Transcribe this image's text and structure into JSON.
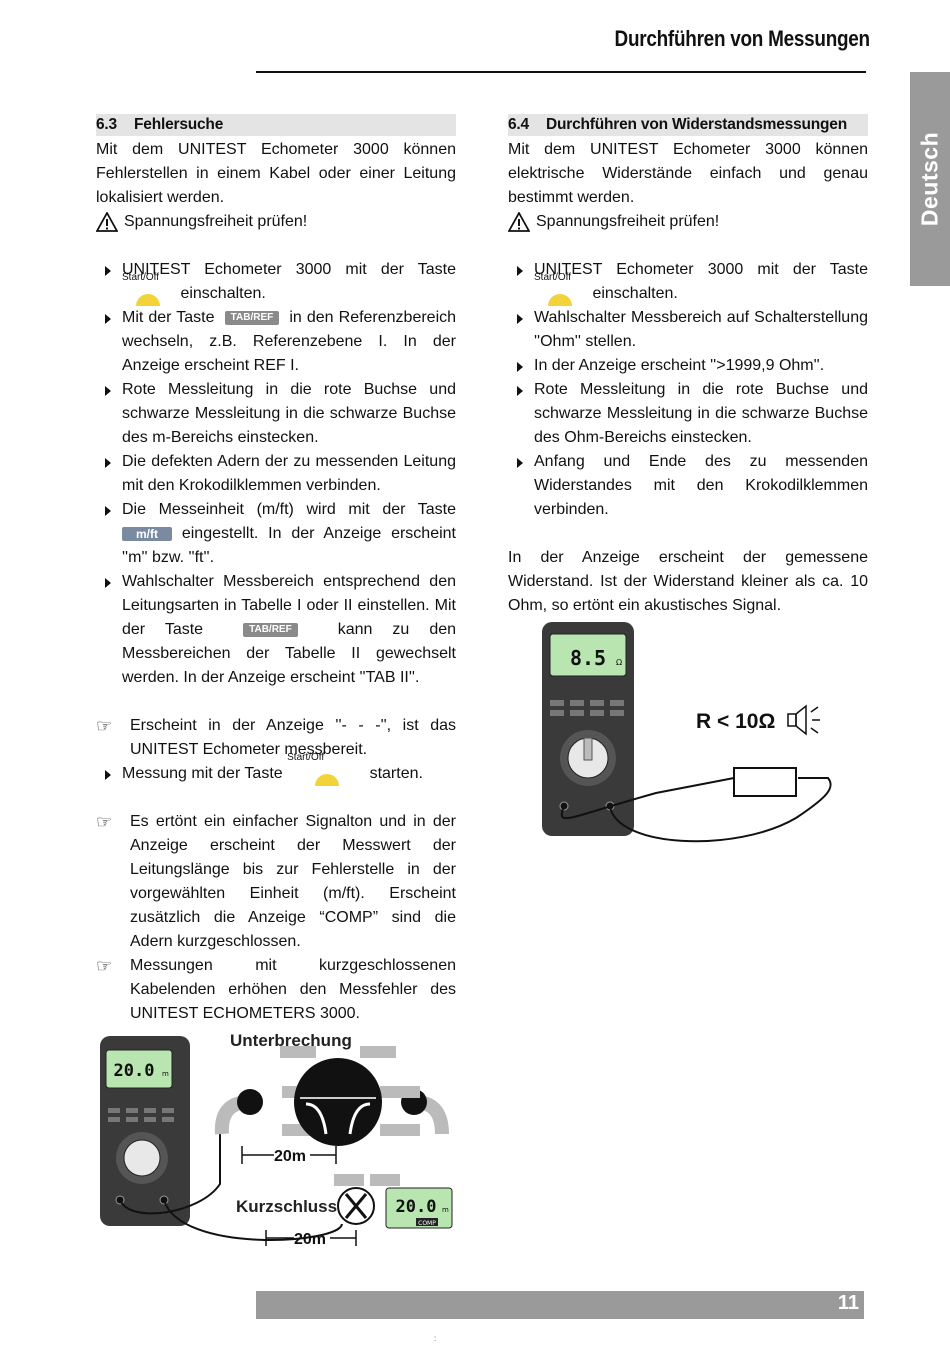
{
  "header": {
    "title": "Durchführen von Messungen",
    "side_tab": "Deutsch"
  },
  "left": {
    "section_number": "6.3",
    "section_title": "Fehlersuche",
    "intro": "Mit dem UNITEST Echometer 3000 können Fehlerstellen in einem Kabel oder einer Leitung lokalisiert werden.",
    "warning": "Spannungsfreiheit prüfen!",
    "b1_pre": "UNITEST Echometer 3000 mit der Taste",
    "b1_post": "einschalten.",
    "b2_pre": "Mit der Taste",
    "b2_post": "in den Referenzbereich wechseln, z.B. Referenzebene I. In der Anzeige erscheint REF I.",
    "b3": "Rote Messleitung in die rote Buchse und schwarze Messleitung in die schwarze Buchse des m-Bereichs einstecken.",
    "b4": "Die defekten Adern der zu messenden Leitung mit den Krokodilklemmen verbinden.",
    "b5_pre": "Die Messeinheit (m/ft) wird mit der Taste",
    "b5_post": "eingestellt. In der Anzeige erscheint ''m'' bzw. ''ft''.",
    "b6_pre": "Wahlschalter Messbereich entsprechend den Leitungsarten in Tabelle I oder II einstellen. Mit der Taste",
    "b6_post": "kann zu den Messbereichen der Tabelle II gewechselt werden. In der Anzeige erscheint ''TAB II''.",
    "note1": "Erscheint in der Anzeige ''- - -'', ist das UNITEST Echometer messbereit.",
    "b7_pre": "Messung mit der Taste",
    "b7_post": "starten.",
    "note2": "Es ertönt ein einfacher Signalton und in der Anzeige erscheint der Messwert der Leitungslänge bis zur Fehlerstelle in der vorgewählten Einheit (m/ft). Erscheint zusätzlich die Anzeige “COMP” sind die Adern kurzgeschlossen.",
    "note3": "Messungen mit kurzgeschlossenen Kabelenden erhöhen den Messfehler des UNITEST ECHOMETERS 3000."
  },
  "right": {
    "section_number": "6.4",
    "section_title": "Durchführen von Widerstandsmessungen",
    "intro": "Mit dem UNITEST Echometer 3000 können elektrische Widerstände einfach und genau bestimmt werden.",
    "warning": "Spannungsfreiheit prüfen!",
    "b1_pre": "UNITEST Echometer 3000 mit der Taste",
    "b1_post": "einschalten.",
    "b2": "Wahlschalter Messbereich auf Schalterstellung ''Ohm'' stellen.",
    "b3": "In der Anzeige erscheint ''>1999,9 Ohm''.",
    "b4": "Rote Messleitung in die rote Buchse und schwarze Messleitung in die schwarze Buchse des Ohm-Bereichs einstecken.",
    "b5": "Anfang und Ende des zu messenden Widerstandes mit den Krokodilklemmen verbinden.",
    "result": "In der Anzeige erscheint der gemessene Widerstand. Ist der Widerstand kleiner als ca. 10 Ohm, so ertönt ein akustisches Signal."
  },
  "keys": {
    "start_off": "Start/Off",
    "tab_ref": "TAB/REF",
    "m_ft": "m/ft"
  },
  "figure_right": {
    "display": "8.5",
    "display_unit": "Ω",
    "label": "R < 10Ω"
  },
  "figure_left": {
    "display": "20.0",
    "display_unit": "m",
    "label_break": "Unterbrechung",
    "label_short": "Kurzschluss",
    "dist1": "20m",
    "dist2": "20m",
    "comp": "COMP"
  },
  "footer": {
    "page": "11",
    "dots": ":"
  },
  "colors": {
    "lcd": "#b9e6b0",
    "meter_body": "#3a3a3a",
    "gray_bar": "#9a9a9a",
    "section_bg": "#e4e4e4",
    "start_button": "#f3d33a"
  }
}
